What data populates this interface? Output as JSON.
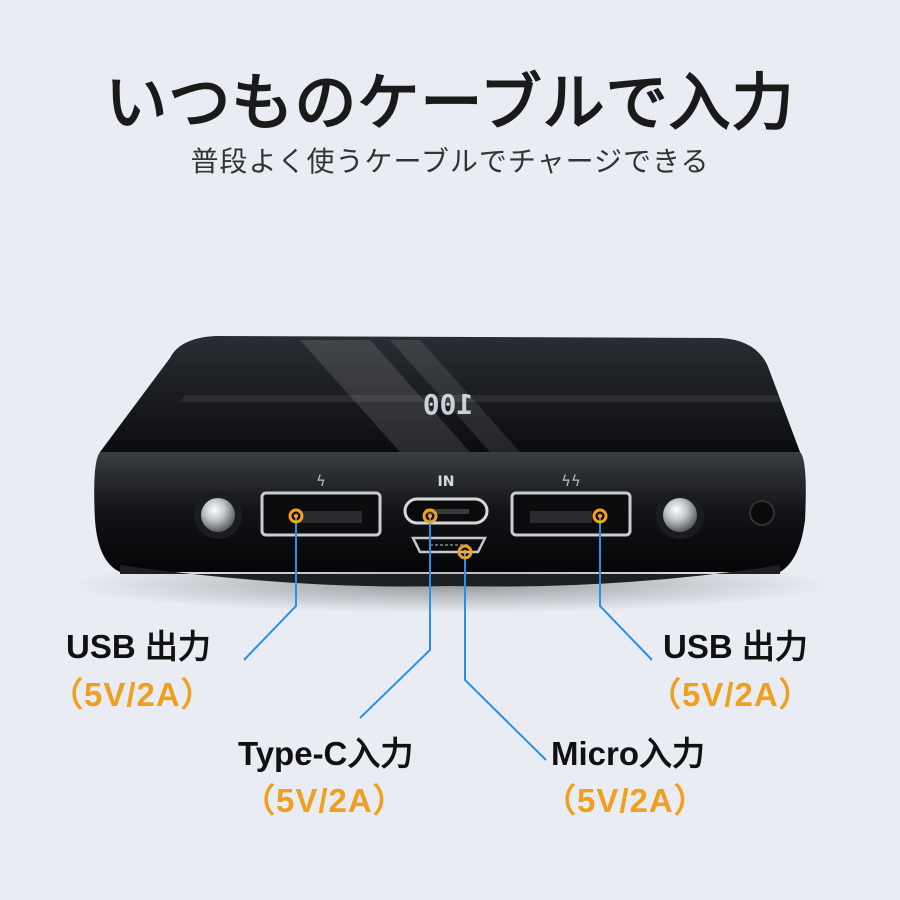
{
  "heading": {
    "title": "いつものケーブルで入力",
    "subtitle": "普段よく使うケーブルでチャージできる"
  },
  "device": {
    "display": "100",
    "port_marks": {
      "in": "IN",
      "usb_left_symbol": "ϟ",
      "usb_right_symbol": "ϟϟ"
    }
  },
  "callouts": [
    {
      "label": "USB 出力",
      "spec": "（5V/2A）"
    },
    {
      "label": "Type-C入力",
      "spec": "（5V/2A）"
    },
    {
      "label": "Micro入力",
      "spec": "（5V/2A）"
    },
    {
      "label": "USB 出力",
      "spec": "（5V/2A）"
    }
  ],
  "colors": {
    "accent": "#f0a020",
    "leader_line": "#2b8fe8",
    "background": "#e9edf3"
  }
}
